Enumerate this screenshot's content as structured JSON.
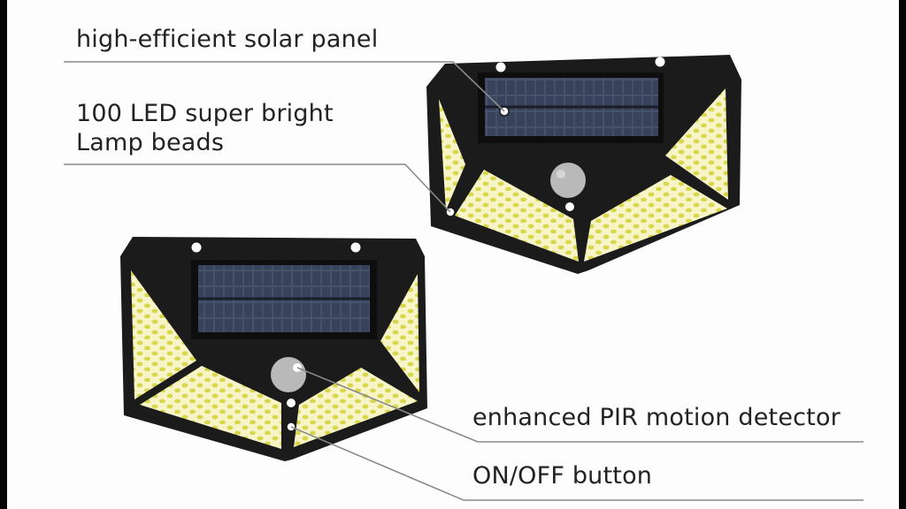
{
  "callouts": {
    "solar_panel": "high-efficient solar panel",
    "led_line1": "100 LED super bright",
    "led_line2": "Lamp beads",
    "pir": "enhanced PIR motion detector",
    "button": "ON/OFF button"
  },
  "colors": {
    "housing": "#1b1b1b",
    "solar_cell": "#3d4760",
    "led_panel": "#f7f5c8",
    "led_dot": "#d8d64a",
    "sensor": "#b9b9b9",
    "leader_line": "#8a8a8a"
  }
}
